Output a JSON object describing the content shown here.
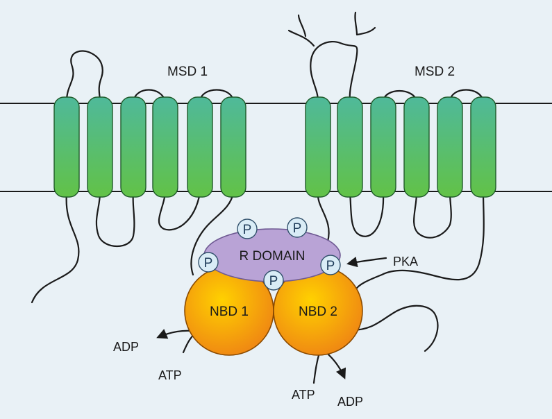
{
  "domains": {
    "msd1": "MSD 1",
    "msd2": "MSD 2",
    "r_domain": "R DOMAIN",
    "nbd1": "NBD 1",
    "nbd2": "NBD 2"
  },
  "phospho_label": "P",
  "labels": {
    "pka": "PKA",
    "adp_left": "ADP",
    "atp_left": "ATP",
    "atp_bottom": "ATP",
    "adp_bottom": "ADP"
  },
  "colors": {
    "background": "#e9f1f6",
    "helix_top": "#4fb99a",
    "helix_bottom": "#62c247",
    "helix_stroke": "#1f5a2a",
    "r_domain_fill": "#b9a3d6",
    "r_domain_stroke": "#6f5a93",
    "nbd_center": "#ffd100",
    "nbd_edge": "#f08a12",
    "nbd_stroke": "#8a4a00",
    "phospho_fill": "#d9ecf6",
    "phospho_stroke": "#31506b",
    "line": "#1a1a1a"
  }
}
